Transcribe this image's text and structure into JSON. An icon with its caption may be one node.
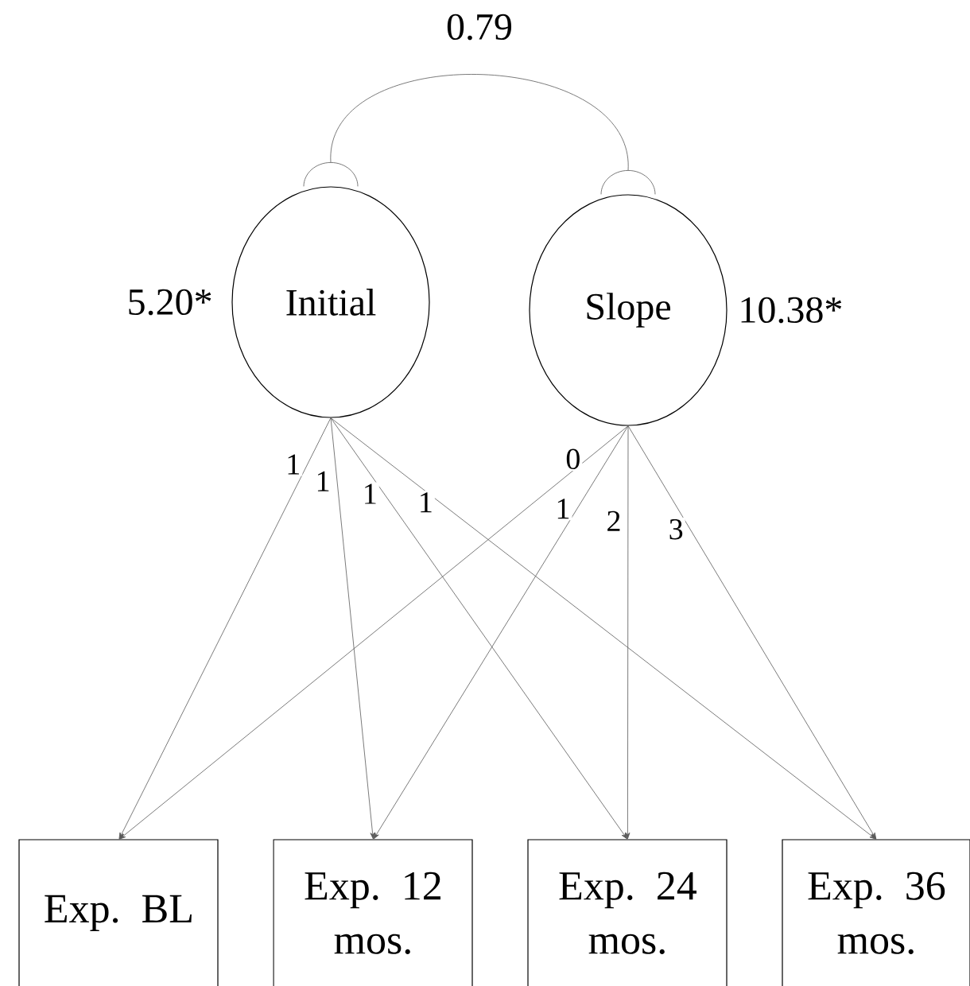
{
  "diagram": {
    "nodes": [
      {
        "text": [
          "Initial"
        ],
        "beside": [
          "5.20*"
        ]
      },
      {
        "text": [
          "Slope"
        ],
        "beside": [
          "10.38*"
        ]
      },
      {
        "text": [
          "Exp. BL"
        ]
      },
      {
        "text": [
          "Exp. 12 mos."
        ]
      },
      {
        "text": [
          "Exp. 24 mos."
        ]
      },
      {
        "text": [
          "Exp. 36 mos."
        ]
      }
    ],
    "edges": [
      {
        "from": 0,
        "to": 1,
        "arrow": "other",
        "label": "0.79"
      },
      {
        "from": 0,
        "to": 2,
        "arrow": "to",
        "label": "1"
      },
      {
        "from": 0,
        "to": 3,
        "arrow": "to",
        "label": "1"
      },
      {
        "from": 0,
        "to": 4,
        "arrow": "to",
        "label": "1"
      },
      {
        "from": 0,
        "to": 5,
        "arrow": "to",
        "label": "1"
      },
      {
        "from": 1,
        "to": 2,
        "arrow": "to",
        "label": "0"
      },
      {
        "from": 1,
        "to": 3,
        "arrow": "to",
        "label": "1"
      },
      {
        "from": 1,
        "to": 4,
        "arrow": "to",
        "label": "2"
      },
      {
        "from": 1,
        "to": 5,
        "arrow": "to",
        "label": "3"
      }
    ]
  }
}
